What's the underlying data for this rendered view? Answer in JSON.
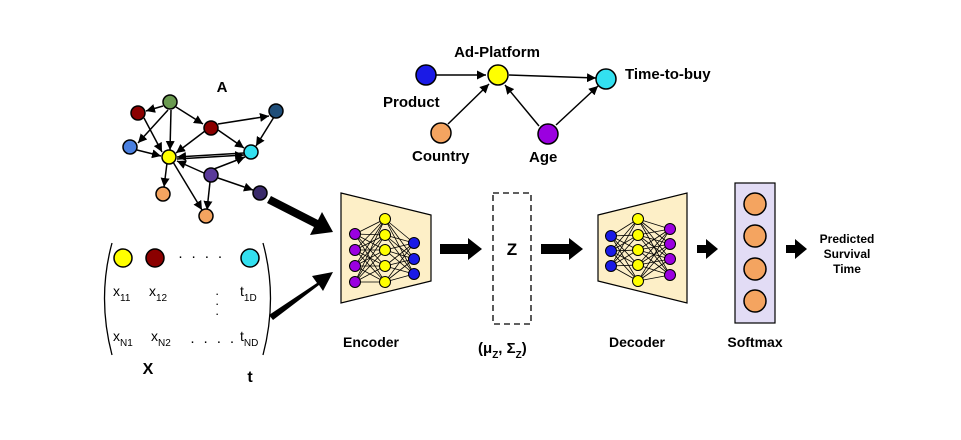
{
  "colors": {
    "yellow": "#ffff00",
    "darkred": "#8b0000",
    "cyan": "#33e0f0",
    "green": "#6a9a50",
    "blue_light": "#4a80e0",
    "darkblue": "#1f4e79",
    "purple_dark": "#5a3a9a",
    "orange": "#f4a460",
    "blue": "#1a1ae6",
    "purple": "#9b00e0",
    "encoder_fill": "#fdefc7",
    "softmax_fill": "#e2dcf5"
  },
  "graph_a": {
    "label": "A"
  },
  "causal_graph": {
    "ad_platform": "Ad-Platform",
    "product": "Product",
    "time_to_buy": "Time-to-buy",
    "country": "Country",
    "age": "Age"
  },
  "matrix": {
    "dots_top": "· · · ·",
    "dots_bottom": "· · · ·",
    "vdots": "·\n·\n·",
    "x11": {
      "base": "x",
      "sub": "11"
    },
    "x12": {
      "base": "x",
      "sub": "12"
    },
    "t1d": {
      "base": "t",
      "sub": "1D"
    },
    "xn1": {
      "base": "x",
      "sub": "N1"
    },
    "xn2": {
      "base": "x",
      "sub": "N2"
    },
    "tnd": {
      "base": "t",
      "sub": "ND"
    },
    "x_label": "X",
    "t_label": "t"
  },
  "pipeline": {
    "encoder": "Encoder",
    "latent": "Z",
    "latent_params": {
      "open": "(μ",
      "sub1": "Z",
      "mid": ", Σ",
      "sub2": "Z",
      "close": ")"
    },
    "decoder": "Decoder",
    "softmax": "Softmax",
    "output_line1": "Predicted",
    "output_line2": "Survival",
    "output_line3": "Time"
  }
}
